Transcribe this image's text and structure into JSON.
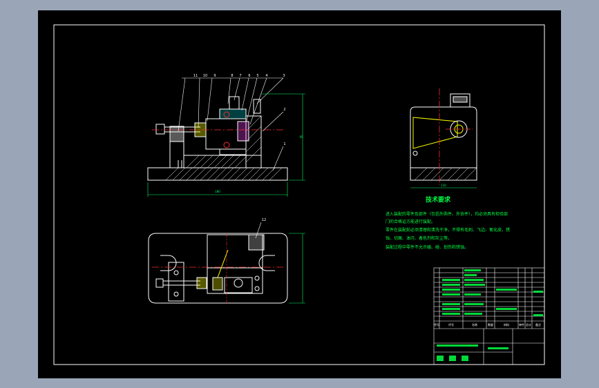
{
  "colors": {
    "viewport_bg": "#9aa6b8",
    "sheet": "#000000",
    "line": "#ffffff",
    "hatch": "#ffffff",
    "center": "#ff2a2a",
    "dim": "#00ff66",
    "text": "#00ff44",
    "title_border": "#ffffff",
    "accent_yellow": "#ffff00",
    "accent_cyan": "#00ffff",
    "accent_magenta": "#ff44ff"
  },
  "tech_requirements": {
    "title": "技术要求",
    "lines": [
      "进入装配的零件及部件（包括外购件、外协件），均必须具有检验部",
      "门的合格证方能进行装配。",
      "零件在装配前必须清理和清洗干净，不得有毛刺、飞边、氧化皮、锈",
      "蚀、切屑、油污、着色剂和灰尘等。",
      "装配过程中零件不允许磕、碰、划伤和锈蚀。"
    ]
  },
  "balloons": [
    "11",
    "10",
    "9",
    "8",
    "7",
    "6",
    "5",
    "4",
    "3",
    "2",
    "1",
    "12"
  ],
  "dimensions": {
    "front_width": "180",
    "front_height": "95",
    "side_width": "110"
  },
  "title_block": {
    "header": [
      "序号",
      "代号",
      "名称",
      "数量",
      "材料",
      "单件",
      "总计",
      "备注"
    ],
    "company": "",
    "drawing_name": ""
  }
}
